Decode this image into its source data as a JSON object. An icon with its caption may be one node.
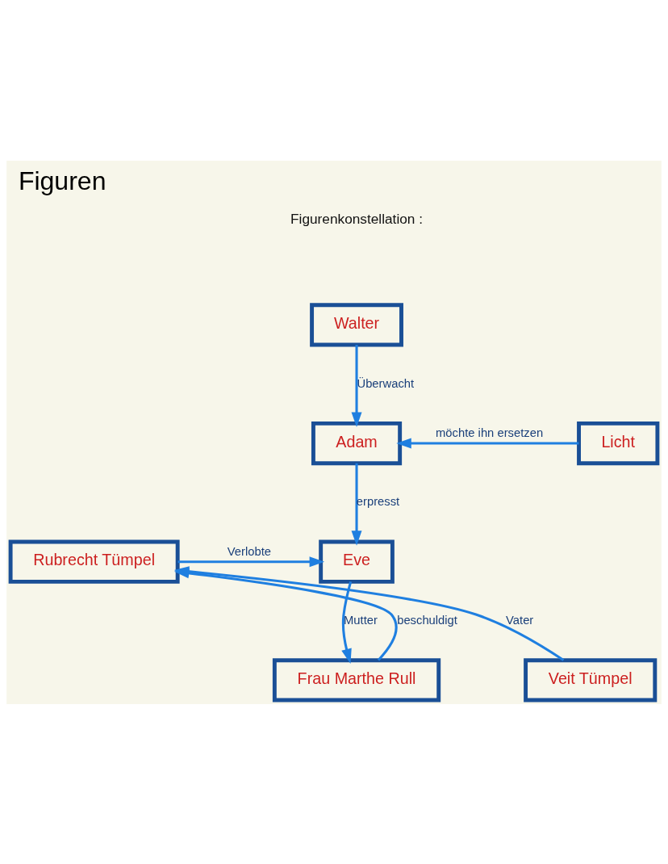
{
  "diagram": {
    "title": "Figuren",
    "nodes": [
      {
        "text": [
          "Walter"
        ]
      },
      {
        "text": [
          "Adam"
        ]
      },
      {
        "text": [
          "Licht"
        ]
      },
      {
        "text": [
          "Eve"
        ]
      },
      {
        "text": [
          "Rubrecht Tümpel"
        ]
      },
      {
        "text": [
          "Frau Marthe Rull"
        ]
      },
      {
        "text": [
          "Veit Tümpel"
        ]
      }
    ],
    "edges": [
      {
        "from": 0,
        "to": 1,
        "arrow": "to",
        "label": "Überwacht"
      },
      {
        "from": 2,
        "to": 1,
        "arrow": "to",
        "label": "möchte ihn ersetzen"
      },
      {
        "from": 1,
        "to": 3,
        "arrow": "to",
        "label": "erpresst"
      },
      {
        "from": 4,
        "to": 3,
        "arrow": "to",
        "label": "Verlobte"
      },
      {
        "from": 3,
        "to": 5,
        "arrow": "to",
        "label": "Mutter"
      },
      {
        "from": 5,
        "to": 4,
        "arrow": "to",
        "label": "beschuldigt"
      },
      {
        "from": 6,
        "to": 4,
        "arrow": "to",
        "label": "Vater"
      }
    ],
    "labels": [
      "Figurenkonstellation :"
    ]
  }
}
